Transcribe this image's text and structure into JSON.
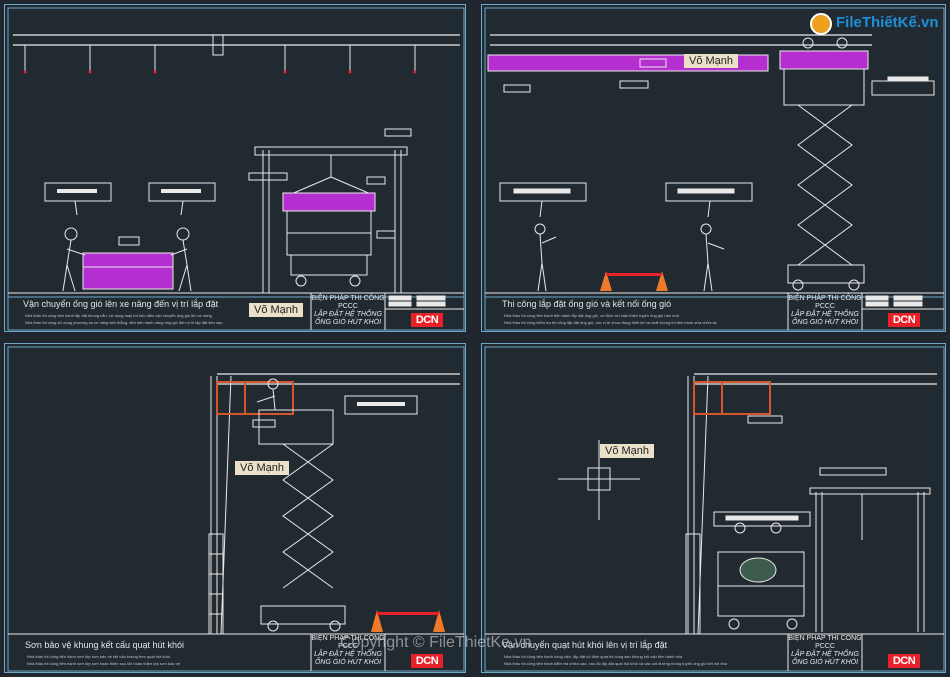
{
  "logo": {
    "text": "FileThiếtKế.vn",
    "icon": "logo-ball-icon"
  },
  "watermark": "Copyright © FileThietKe.vn",
  "author_tag": "Võ Mạnh",
  "title_block": {
    "line1": "BIỆN PHÁP THI CÔNG",
    "line2": "PCCC",
    "line3": "LẮP ĐẶT HỆ THỐNG",
    "line4": "ỐNG GIÓ HÚT KHÓI",
    "brand": "DCN"
  },
  "panels": [
    {
      "caption": "Vận chuyển ống gió lên xe nâng đến vị trí lắp đặt",
      "notes": [
        "Nhà thầu thi công tiến hành lắp đặt khung cẩu, sử dụng máy tời kéo điện vận chuyển ống gió lên xe nâng",
        "Nhà thầu thi công sử dụng phương án xe nâng tiến thẳng, đến tiến hành nâng ống gió đến vị trí lắp đặt tiên sau"
      ]
    },
    {
      "caption": "Thi công lắp đặt ống gió và kết nối ống gió",
      "notes": [
        "Nhà thầu thi công tiến hành tiến hành lắp đặt ống gió, cố định và hoàn thiện tuyến ống gió hàn nhà",
        "Nhà thầu thi công kiểm tra thi công lắp đặt ống gió, các vị trí chưa đúng thiết kế và chất lượng thi tiến hành sửa chữa lại"
      ]
    },
    {
      "caption": "Sơn bảo vệ khung kết cấu quạt hút khói",
      "notes": [
        "Nhà thầu thi công tiến hành sơn lớp sơn bảo vệ kết cấu khung treo quạt hút khói",
        "Nhà thầu thi công tiến hành sơn lớp sơn hoàn thiện sau khi hoàn thiện lớp sơn bảo vệ"
      ]
    },
    {
      "caption": "Vận chuyển quạt hút khói lên vị trí lắp đặt",
      "notes": [
        "Nhà thầu thi công tiến hành công việc, lắp đặt cố định quạt thi công sau khung kết cấu tiến hành nhà",
        "Nhà thầu thi công tiến hành kiểm tra chiều cao, cao độ lắp đặt quạt hút khói và các cốt đường thông tuyến ống gió kết nối nhà"
      ]
    }
  ],
  "colors": {
    "line": "#e9e9e9",
    "duct": "#b52fd0",
    "frame": "#6fa7c9",
    "accent": "#e8202a",
    "steel": "#d6562b"
  }
}
